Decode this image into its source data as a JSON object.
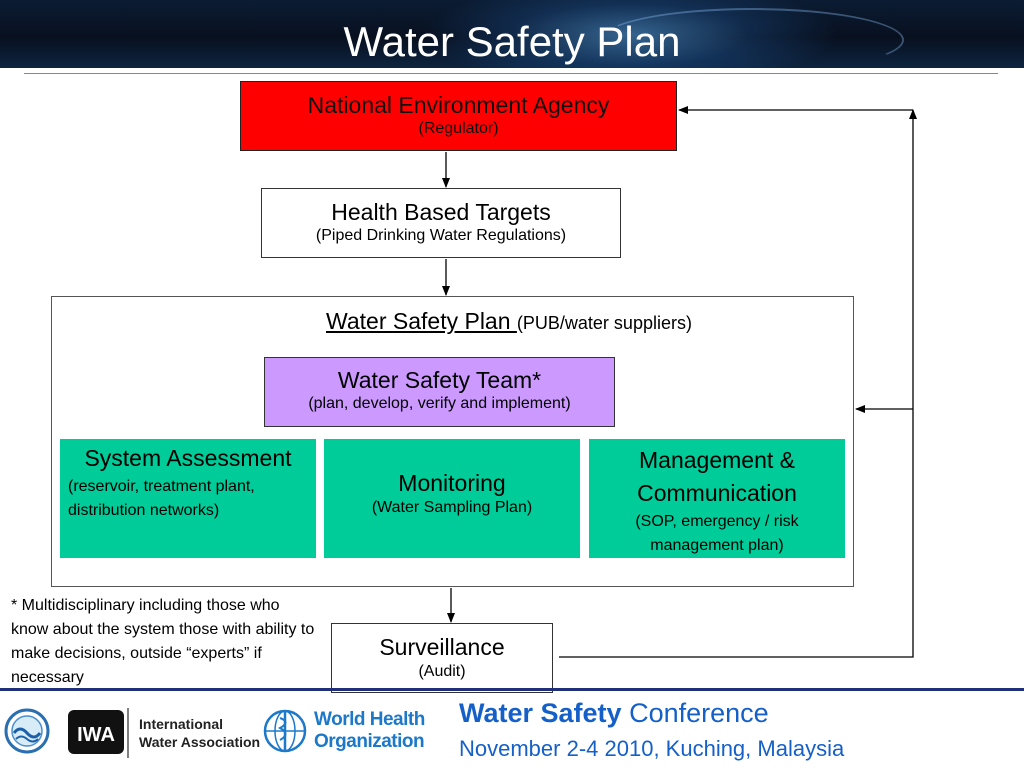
{
  "title": "Water Safety Plan",
  "nodes": {
    "nea": {
      "main": "National Environment Agency",
      "sub": "(Regulator)"
    },
    "hbt": {
      "main": "Health Based Targets",
      "sub": "(Piped Drinking Water Regulations)"
    },
    "wsp": {
      "main": "Water Safety Plan ",
      "sub": "(PUB/water suppliers)"
    },
    "team": {
      "main": "Water Safety Team*",
      "sub": "(plan, develop, verify and implement)"
    },
    "system_assessment": {
      "main": "System Assessment",
      "sub": "(reservoir, treatment plant, distribution networks)"
    },
    "monitoring": {
      "main": "Monitoring",
      "sub": "(Water Sampling Plan)"
    },
    "management": {
      "main": "Management & Communication",
      "sub": "(SOP, emergency / risk management plan)"
    },
    "surveillance": {
      "main": "Surveillance",
      "sub": "(Audit)"
    }
  },
  "footnote": "* Multidisciplinary including those who know about the system those with ability to make decisions, outside “experts” if necessary",
  "footer": {
    "conference_bold": "Water Safety",
    "conference_rest": " Conference",
    "dates": "November 2-4 2010, Kuching, Malaysia",
    "iwa_line1": "International",
    "iwa_line2": "Water Association",
    "iwa_mark": "IWA",
    "who_line1": "World Health",
    "who_line2": "Organization"
  },
  "colors": {
    "regulator": "#ff0000",
    "team": "#cc99ff",
    "activity": "#00cc99",
    "conference_text": "#1560c8"
  },
  "icons": [
    "mwa-logo-icon",
    "iwa-logo-icon",
    "who-emblem-icon"
  ]
}
